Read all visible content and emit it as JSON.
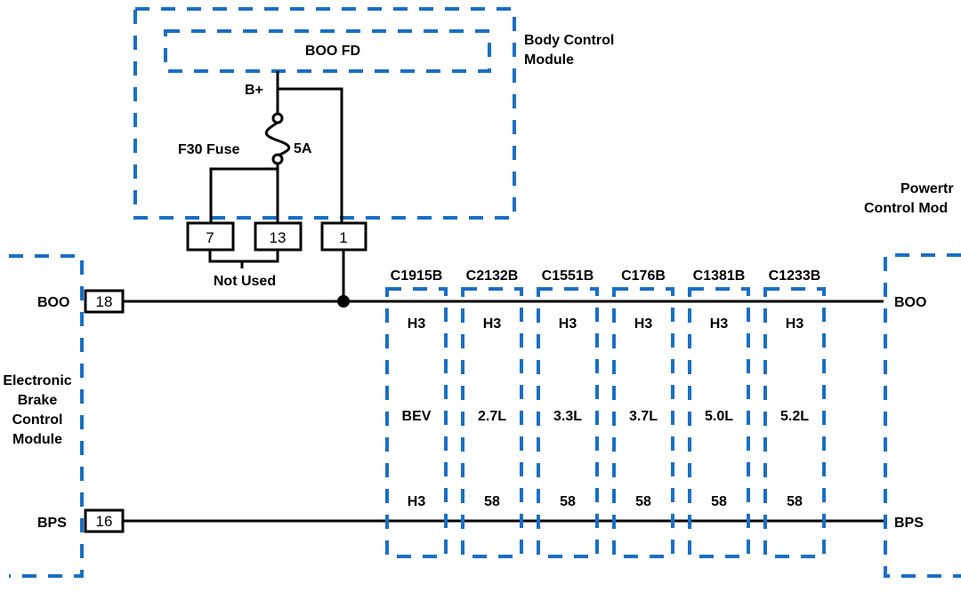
{
  "colors": {
    "module_border": "#1a6fc4",
    "wire": "#000000"
  },
  "body_control_module": {
    "title_line1": "Body Control",
    "title_line2": "Module",
    "fuse_block": "BOO FD",
    "battery": "B+",
    "fuse_name": "F30 Fuse",
    "fuse_rating": "5A",
    "pins": [
      "7",
      "13",
      "1"
    ],
    "not_used": "Not Used"
  },
  "ebcm": {
    "title_lines": [
      "Electronic",
      "Brake",
      "Control",
      "Module"
    ],
    "pin_boo_label": "BOO",
    "pin_boo": "18",
    "pin_bps_label": "BPS",
    "pin_bps": "16"
  },
  "pcm": {
    "title_line1": "Powertr",
    "title_line2": "Control Mod",
    "boo_label": "BOO",
    "bps_label": "BPS"
  },
  "connectors": [
    {
      "name": "C1915B",
      "top_pin": "H3",
      "variant": "BEV",
      "bottom_pin": "H3"
    },
    {
      "name": "C2132B",
      "top_pin": "H3",
      "variant": "2.7L",
      "bottom_pin": "58"
    },
    {
      "name": "C1551B",
      "top_pin": "H3",
      "variant": "3.3L",
      "bottom_pin": "58"
    },
    {
      "name": "C176B",
      "top_pin": "H3",
      "variant": "3.7L",
      "bottom_pin": "58"
    },
    {
      "name": "C1381B",
      "top_pin": "H3",
      "variant": "5.0L",
      "bottom_pin": "58"
    },
    {
      "name": "C1233B",
      "top_pin": "H3",
      "variant": "5.2L",
      "bottom_pin": "58"
    }
  ]
}
